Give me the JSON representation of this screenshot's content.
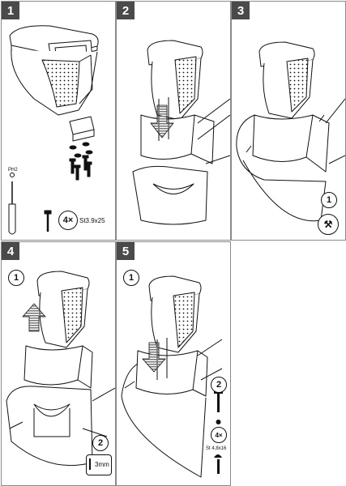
{
  "steps": [
    {
      "number": "1"
    },
    {
      "number": "2"
    },
    {
      "number": "3",
      "substep": "1"
    },
    {
      "number": "4",
      "substep_a": "1",
      "substep_b": "2",
      "hex_size": "3mm"
    },
    {
      "number": "5",
      "substep_a": "1",
      "substep_b": "2"
    }
  ],
  "hardware_step1": {
    "quantity": "4×",
    "screw_spec": "St3.9x25",
    "tool_label": "PH2"
  },
  "hardware_step5": {
    "quantity": "4×",
    "screw_spec": "St 4,8x16"
  },
  "colors": {
    "ink": "#111111",
    "step_badge": "#4a4a4a",
    "arrow_fill": "#9a9a9a",
    "panel_border": "#8a8a8a"
  }
}
